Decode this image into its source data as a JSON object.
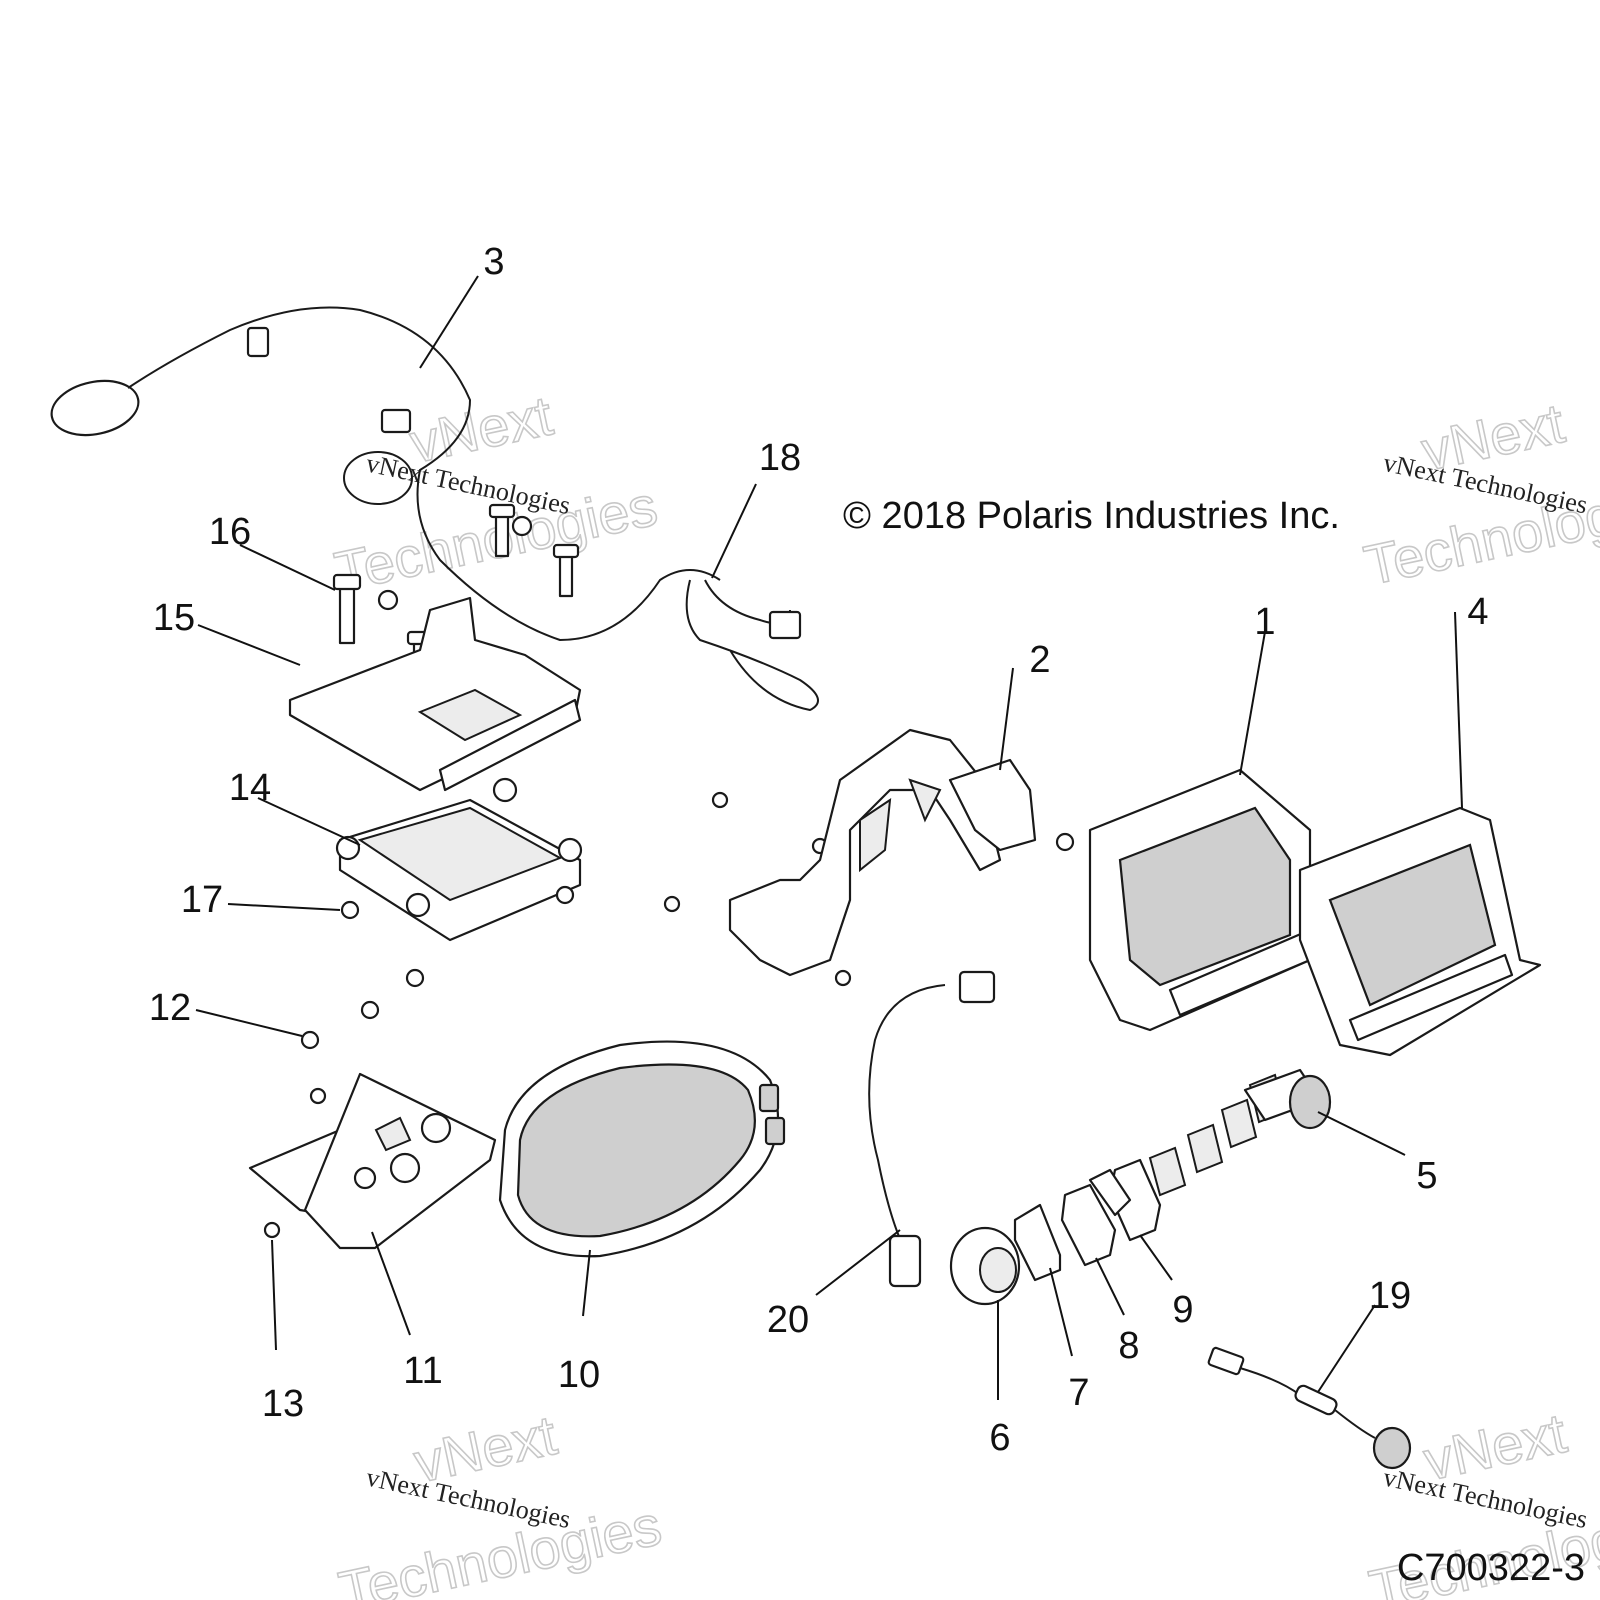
{
  "diagram": {
    "callouts": [
      "1",
      "2",
      "3",
      "4",
      "5",
      "6",
      "7",
      "8",
      "9",
      "10",
      "11",
      "12",
      "13",
      "14",
      "15",
      "16",
      "17",
      "18",
      "19",
      "20"
    ],
    "copyright": "© 2018 Polaris Industries Inc.",
    "part_number": "C700322-3",
    "watermark": {
      "small": "vNext Technologies",
      "line1": "vNext",
      "line2": "Technologies"
    }
  }
}
